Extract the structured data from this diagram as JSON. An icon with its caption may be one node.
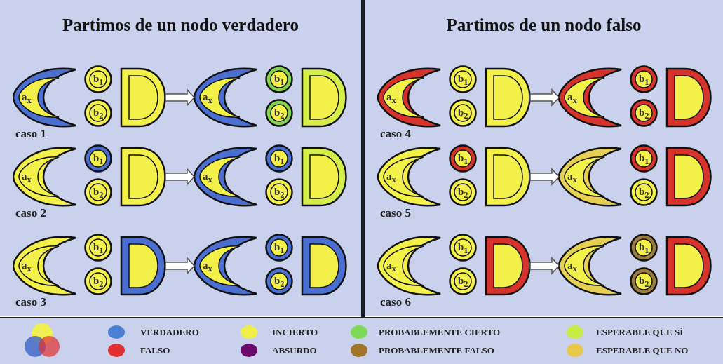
{
  "diagram": {
    "nodes": [
      {
        "text": [
          "Partimos de un nodo verdadero"
        ]
      },
      {
        "text": [
          "a$_{x}$"
        ],
        "in": 0
      },
      {
        "text": [
          "b$_{1}$"
        ],
        "in": 0
      },
      {
        "text": [
          "b$_{2}$"
        ],
        "in": 0
      },
      {
        "text": [],
        "shape": "semicircle",
        "in": 0
      },
      {
        "text": [
          "a$_{x}$"
        ],
        "in": 0
      },
      {
        "text": [
          "b$_{1}$"
        ],
        "in": 0
      },
      {
        "text": [
          "b$_{2}$"
        ],
        "in": 0
      },
      {
        "text": [],
        "shape": "semicircle",
        "in": 0
      },
      {
        "text": [
          "a$_{x}$"
        ],
        "in": 0
      },
      {
        "text": [
          "b$_{1}$"
        ],
        "in": 0
      },
      {
        "text": [
          "b$_{2}$"
        ],
        "in": 0
      },
      {
        "text": [],
        "shape": "semicircle",
        "in": 0
      },
      {
        "text": [
          "a$_{x}$"
        ],
        "in": 0
      },
      {
        "text": [
          "b$_{1}$"
        ],
        "in": 0
      },
      {
        "text": [
          "b$_{2}$"
        ],
        "in": 0
      },
      {
        "text": [],
        "shape": "semicircle",
        "in": 0
      },
      {
        "text": [
          "a$_{x}$"
        ],
        "in": 0
      },
      {
        "text": [
          "b$_{1}$"
        ],
        "in": 0
      },
      {
        "text": [
          "b$_{2}$"
        ],
        "in": 0
      },
      {
        "text": [],
        "shape": "semicircle",
        "in": 0
      },
      {
        "text": [
          "a$_{x}$"
        ],
        "in": 0
      },
      {
        "text": [
          "b$_{1}$"
        ],
        "in": 0
      },
      {
        "text": [
          "b$_{2}$"
        ],
        "in": 0
      },
      {
        "text": [],
        "shape": "semicircle",
        "in": 0
      },
      {
        "text": [
          "Partimos de un nodo falso"
        ]
      },
      {
        "text": [
          "a$_{x}$"
        ],
        "in": 25
      },
      {
        "text": [
          "b$_{1}$"
        ],
        "in": 25
      },
      {
        "text": [
          "b$_{2}$"
        ],
        "in": 25
      },
      {
        "text": [],
        "shape": "semicircle",
        "in": 25
      },
      {
        "text": [
          "a$_{x}$"
        ],
        "in": 25
      },
      {
        "text": [
          "b$_{1}$"
        ],
        "in": 25
      },
      {
        "text": [
          "b$_{2}$"
        ],
        "in": 25
      },
      {
        "text": [],
        "shape": "semicircle",
        "in": 25
      },
      {
        "text": [
          "a$_{x}$"
        ],
        "in": 25
      },
      {
        "text": [
          "b$_{1}$"
        ],
        "in": 25
      },
      {
        "text": [
          "b$_{2}$"
        ],
        "in": 25
      },
      {
        "text": [],
        "shape": "semicircle",
        "in": 25
      },
      {
        "text": [
          "a$_{x}$"
        ],
        "in": 25
      },
      {
        "text": [
          "b$_{1}$"
        ],
        "in": 25
      },
      {
        "text": [
          "b$_{2}$"
        ],
        "in": 25
      },
      {
        "text": [],
        "shape": "semicircle",
        "in": 25
      },
      {
        "text": [
          "a$_{x}$"
        ],
        "in": 25
      },
      {
        "text": [
          "b$_{1}$"
        ],
        "in": 25
      },
      {
        "text": [
          "b$_{2}$"
        ],
        "in": 25
      },
      {
        "text": [],
        "shape": "semicircle",
        "in": 25
      },
      {
        "text": [
          "a$_{x}$"
        ],
        "in": 25
      },
      {
        "text": [
          "b$_{1}$"
        ],
        "in": 25
      },
      {
        "text": [
          "b$_{2}$"
        ],
        "in": 25
      },
      {
        "text": [],
        "shape": "semicircle",
        "in": 25
      }
    ],
    "edges": [
      {
        "from": 4,
        "to": 5,
        "arrow": "to"
      },
      {
        "from": 12,
        "to": 13,
        "arrow": "to"
      },
      {
        "from": 20,
        "to": 21,
        "arrow": "to"
      },
      {
        "from": 29,
        "to": 30,
        "arrow": "to"
      },
      {
        "from": 37,
        "to": 38,
        "arrow": "to"
      },
      {
        "from": 45,
        "to": 46,
        "arrow": "to"
      }
    ],
    "labels": [
      "caso 1",
      "caso 2",
      "caso 3",
      "caso 4",
      "caso 5",
      "caso 6"
    ],
    "legend": [
      {
        "text": "VERDADERO",
        "color": "#4a7fd4"
      },
      {
        "text": "INCIERTO",
        "color": "#f0ee48"
      },
      {
        "text": "PROBABLEMENTE CIERTO",
        "color": "#7ed957"
      },
      {
        "text": "ESPERABLE QUE SÍ",
        "color": "#c8ec45"
      },
      {
        "text": "FALSO",
        "color": "#e03030"
      },
      {
        "text": "ABSURDO",
        "color": "#6a0a6a"
      },
      {
        "text": "PROBABLEMENTE FALSO",
        "color": "#a0752a"
      },
      {
        "text": "ESPERABLE QUE NO",
        "color": "#e8c84a"
      }
    ]
  }
}
